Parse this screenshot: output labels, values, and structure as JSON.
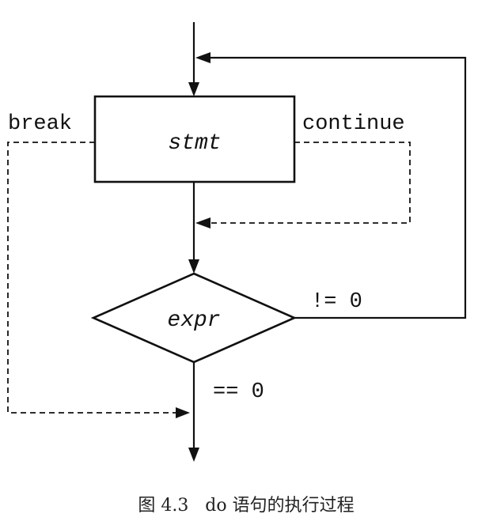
{
  "nodes": {
    "stmt": "stmt",
    "expr": "expr"
  },
  "edges": {
    "break": "break",
    "continue": "continue",
    "true": "!=  0",
    "false": "==  0"
  },
  "caption": "图 4.3   do 语句的执行过程"
}
